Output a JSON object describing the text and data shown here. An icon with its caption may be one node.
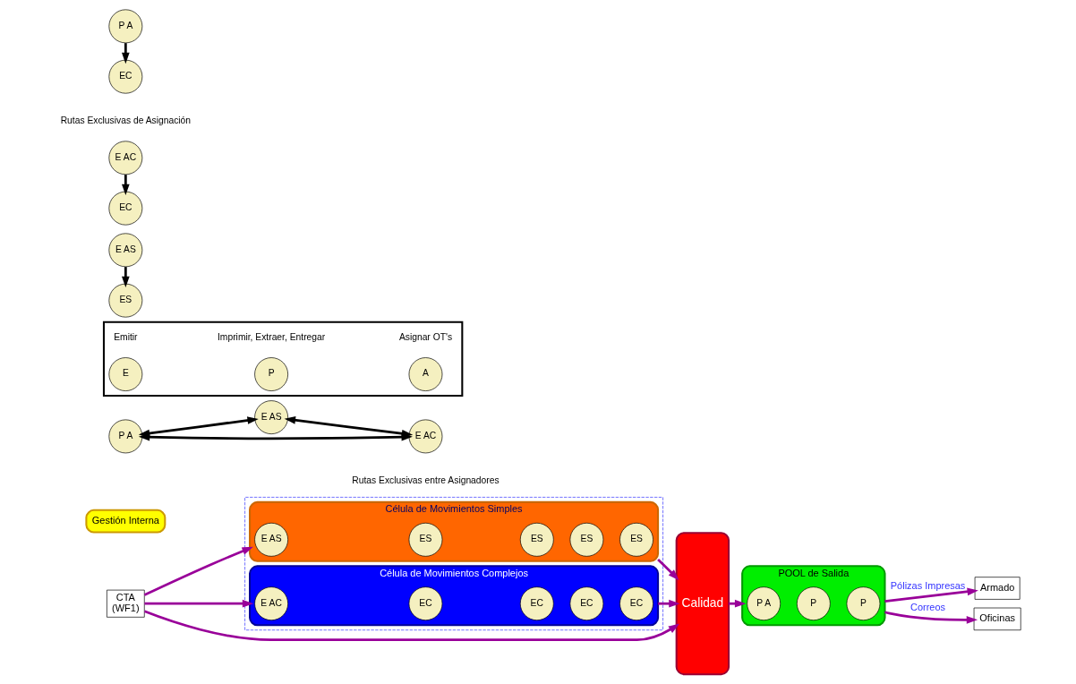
{
  "diagram": {
    "nodes": [
      {
        "text": [
          "CTA",
          "(WF1)"
        ]
      },
      {
        "text": [],
        "shape": "box"
      },
      {
        "text": [
          "Célula de Movimientos Simples"
        ],
        "in": 1
      },
      {
        "text": [
          "E AS"
        ],
        "in": 2
      },
      {
        "text": [
          "ES"
        ],
        "in": 2
      },
      {
        "text": [
          "ES"
        ],
        "in": 2
      },
      {
        "text": [
          "ES"
        ],
        "in": 2
      },
      {
        "text": [
          "ES"
        ],
        "in": 2
      },
      {
        "text": [
          "Célula de Movimientos Complejos"
        ],
        "in": 1
      },
      {
        "text": [
          "E AC"
        ],
        "in": 8
      },
      {
        "text": [
          "EC"
        ],
        "in": 8
      },
      {
        "text": [
          "EC"
        ],
        "in": 8
      },
      {
        "text": [
          "EC"
        ],
        "in": 8
      },
      {
        "text": [
          "EC"
        ],
        "in": 8
      },
      {
        "text": [
          "Gestión Interna"
        ]
      },
      {
        "text": [
          "Calidad"
        ]
      },
      {
        "text": [
          "POOL de Salida"
        ]
      },
      {
        "text": [
          "P A"
        ],
        "in": 16
      },
      {
        "text": [
          "P"
        ],
        "in": 16
      },
      {
        "text": [
          "P"
        ],
        "in": 16
      },
      {
        "text": [
          "Armado"
        ]
      },
      {
        "text": [
          "Oficinas"
        ]
      },
      {
        "text": [
          "P A"
        ]
      },
      {
        "text": [
          "E AS"
        ]
      },
      {
        "text": [
          "E AC"
        ]
      },
      {
        "text": [],
        "shape": "box"
      },
      {
        "text": [
          "E"
        ],
        "in": 25,
        "beside": [
          "Emitir"
        ]
      },
      {
        "text": [
          "P"
        ],
        "in": 25,
        "beside": [
          "Imprimir, Extraer, Entregar"
        ]
      },
      {
        "text": [
          "A"
        ],
        "in": 25,
        "beside": [
          "Asignar OT's"
        ]
      },
      {
        "text": [
          "E AS"
        ]
      },
      {
        "text": [
          "E AC"
        ]
      },
      {
        "text": [
          "P A"
        ]
      },
      {
        "text": [
          "ES"
        ]
      },
      {
        "text": [
          "EC"
        ]
      },
      {
        "text": [
          "EC"
        ]
      }
    ],
    "edges": [
      {
        "from": 0,
        "to": 2,
        "arrow": "to"
      },
      {
        "from": 0,
        "to": 15,
        "arrow": "to"
      },
      {
        "from": 0,
        "to": 8,
        "arrow": "to"
      },
      {
        "from": 2,
        "to": 15,
        "arrow": "to"
      },
      {
        "from": 8,
        "to": 15,
        "arrow": "to"
      },
      {
        "from": 15,
        "to": 16,
        "arrow": "to"
      },
      {
        "from": 16,
        "to": 20,
        "arrow": "to",
        "label": "Pólizas Impresas"
      },
      {
        "from": 16,
        "to": 21,
        "arrow": "to",
        "label": "Correos"
      },
      {
        "from": 22,
        "to": 23,
        "arrow": "both",
        "color": "#000000"
      },
      {
        "from": 22,
        "to": 24,
        "arrow": "both",
        "color": "#000000"
      },
      {
        "from": 23,
        "to": 24,
        "arrow": "both",
        "color": "#000000"
      },
      {
        "from": 29,
        "to": 32,
        "arrow": "to",
        "color": "#000000"
      },
      {
        "from": 30,
        "to": 33,
        "arrow": "to",
        "color": "#000000"
      },
      {
        "from": 31,
        "to": 34,
        "arrow": "to",
        "color": "#000000"
      }
    ],
    "labels": [
      "Rutas Exclusivas entre Asignadores",
      "Rutas Exclusivas de Asignación"
    ]
  }
}
